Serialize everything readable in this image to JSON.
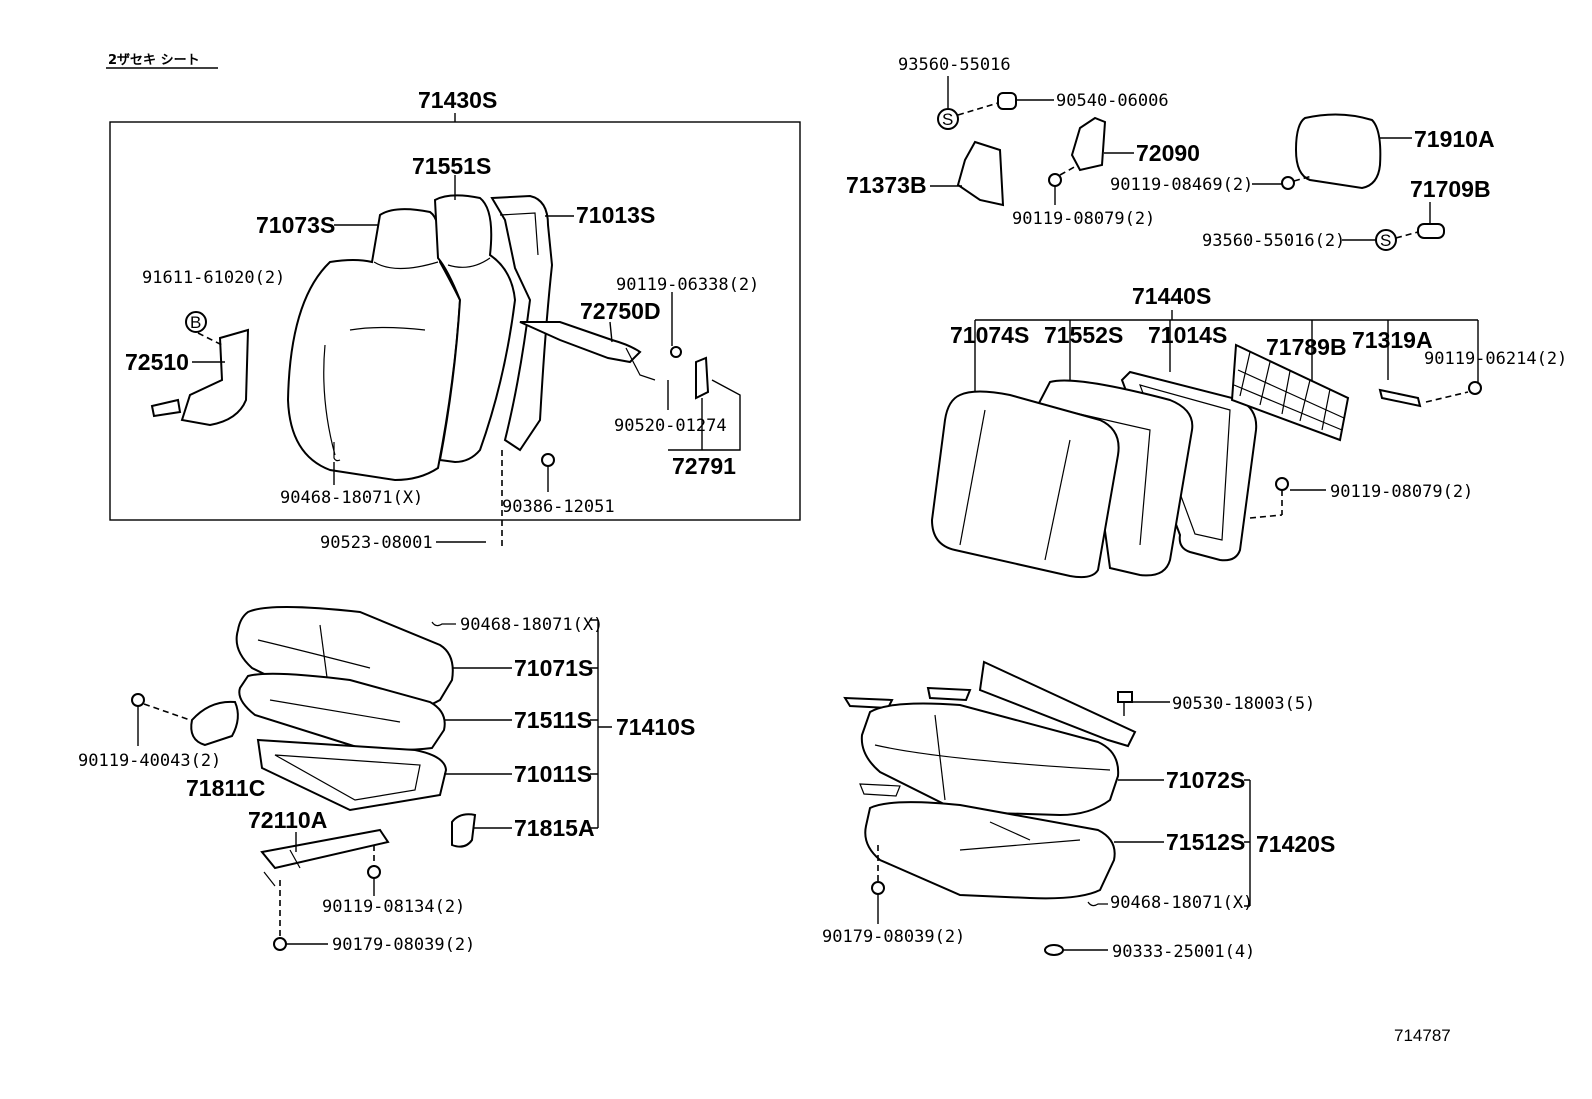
{
  "caption": "2ザセキ シート",
  "figure_ref": "714787",
  "stamp_s": "S",
  "stamp_b": "B",
  "groups": {
    "seatback_assy": "71430S",
    "seatback_rh": "71440S",
    "cushion_assy": "71410S",
    "cushion_rh": "71420S"
  },
  "parts": {
    "p71551S": "71551S",
    "p71073S": "71073S",
    "p71013S": "71013S",
    "p91611": "91611-61020(2)",
    "p72510": "72510",
    "p90119_06338": "90119-06338(2)",
    "p72750D": "72750D",
    "p90520": "90520-01274",
    "p72791": "72791",
    "p90468_a": "90468-18071(X)",
    "p90386": "90386-12051",
    "p90523": "90523-08001",
    "p93560_a": "93560-55016",
    "p90540": "90540-06006",
    "p72090": "72090",
    "p71373B": "71373B",
    "p90119_08469": "90119-08469(2)",
    "p90119_08079_a": "90119-08079(2)",
    "p71910A": "71910A",
    "p71709B": "71709B",
    "p93560_b": "93560-55016(2)",
    "p71074S": "71074S",
    "p71552S": "71552S",
    "p71014S": "71014S",
    "p71789B": "71789B",
    "p71319A": "71319A",
    "p90119_06214": "90119-06214(2)",
    "p90119_08079_b": "90119-08079(2)",
    "p90468_b": "90468-18071(X)",
    "p71071S": "71071S",
    "p71511S": "71511S",
    "p71011S": "71011S",
    "p71815A": "71815A",
    "p90119_40043": "90119-40043(2)",
    "p71811C": "71811C",
    "p72110A": "72110A",
    "p90119_08134": "90119-08134(2)",
    "p90179_a": "90179-08039(2)",
    "p90530": "90530-18003(5)",
    "p71072S": "71072S",
    "p71512S": "71512S",
    "p90468_c": "90468-18071(X)",
    "p90179_b": "90179-08039(2)",
    "p90333": "90333-25001(4)"
  }
}
